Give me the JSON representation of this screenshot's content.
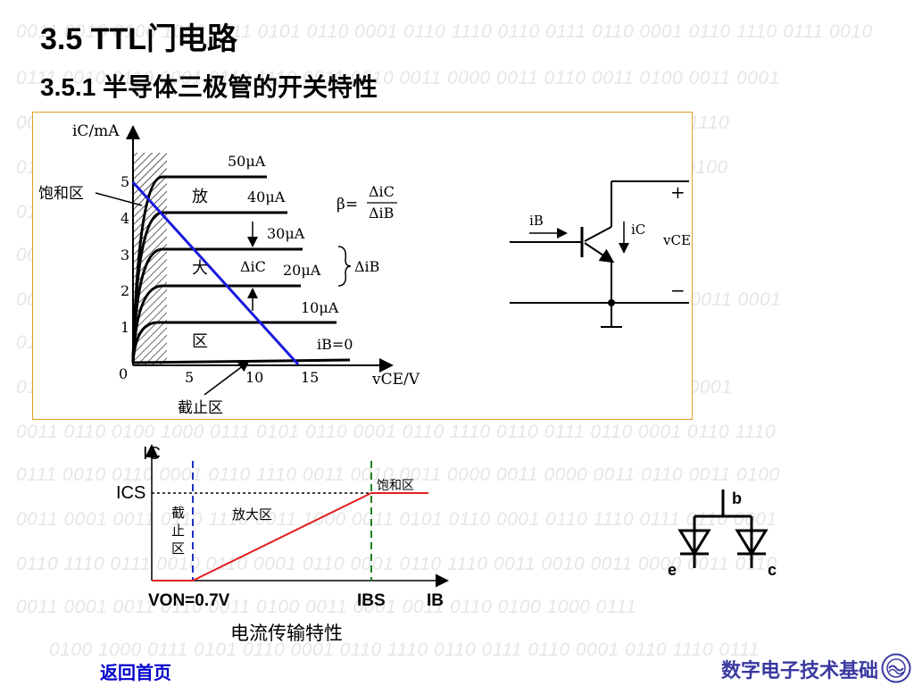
{
  "background_binary": [
    "0011 0010 0100 1000 0111 0101 0110 0001 0110 1110 0110 0111 0110 0001 0110 1110 0111 0010",
    "0111 0010 0110 0001 0110 1110 0011 0010 0011 0000 0011 0110 0011 0100 0011 0001",
    "0011 0001 0011 0110 0011 0000 0011 0110 0001 0110 1110 0110 0001 0110 1110",
    "0110 1110 0111 0010 0110 0001 0110 1110 0011 0010 0011 0011 0110 0011 0100",
    "0111 0010 0110 0001 0110 1110 0011 0010 0011 0000 0110 0111 0110 0001",
    "0011 0110 0100 0011 0001 0110 1110 0011 0010 0011 0000 0011 0110",
    "0011 0010 0100 1000 0111 0101 0110 0001 0110 1110 0011 0010 0011 0110 0011 0001",
    "0110 1110 0111 0010 0110 0001 0110 1110 0011 0010 0011 0000 0111 0010",
    "0111 0010 0110 0001 0110 1110 0011 0010 0011 0000 0011 0110 0100 0011 0001",
    "0011 0110 0100 1000 0111 0101 0110 0001 0110 1110 0110 0111 0110 0001 0110 1110",
    "0111 0010 0110 0001 0110 1110 0011 0010 0011 0000 0011 0000 0011 0110 0011 0100",
    "0011 0001 0011 0110 1110 0011 1000 0011 0101 0110 0001 0110 1110 0111 0110 0001",
    "0110 1110 0111 0010 0110 0001 0110 0001 0110 1110 0011 0010 0011 0000 0011 0110",
    "0011 0001 0011 0110 0011 0100 0011 0001 0011 0110 0100 1000 0111",
    "0100 1000 0111 0101 0110 0001 0110 1110 0110 0111 0110 0001 0110 1110 0111"
  ],
  "header": {
    "title": "3.5 TTL门电路",
    "subtitle": "3.5.1 半导体三极管的开关特性"
  },
  "output_characteristics": {
    "y_axis_label": "iC/mA",
    "x_axis_label": "vCE/V",
    "y_ticks": [
      "0",
      "1",
      "2",
      "3",
      "4",
      "5"
    ],
    "x_ticks": [
      "5",
      "10",
      "15"
    ],
    "curve_labels": [
      "50μA",
      "40μA",
      "30μA",
      "20μA",
      "10μA",
      "iB=0"
    ],
    "regions": {
      "saturation": "饱和区",
      "amplify_1": "放",
      "amplify_2": "大",
      "amplify_3": "区",
      "cutoff": "截止区"
    },
    "delta_ic": "ΔiC",
    "delta_ib": "ΔiB",
    "beta": "β=",
    "beta_num": "ΔiC",
    "beta_den": "ΔiB"
  },
  "transistor": {
    "ib_label": "iB",
    "ic_label": "iC",
    "vce_label": "vCE",
    "plus": "+",
    "minus": "−"
  },
  "transfer_curve": {
    "y_label": "IC",
    "ics_label": "ICS",
    "von_label": "VON=0.7V",
    "ibs_label": "IBS",
    "ib_label": "IB",
    "cutoff_region": [
      "截",
      "止",
      "区"
    ],
    "amplify_region": "放大区",
    "saturation_region": "饱和区",
    "caption": "电流传输特性"
  },
  "diode_model": {
    "b_label": "b",
    "e_label": "e",
    "c_label": "c"
  },
  "footer": {
    "back_link": "返回首页",
    "course_name": "数字电子技术基础"
  },
  "colors": {
    "load_line": "#1a1adc",
    "transfer_line": "#e02020",
    "dashed_blue": "#2030c0",
    "dashed_green": "#208020",
    "link": "#0000cc"
  }
}
